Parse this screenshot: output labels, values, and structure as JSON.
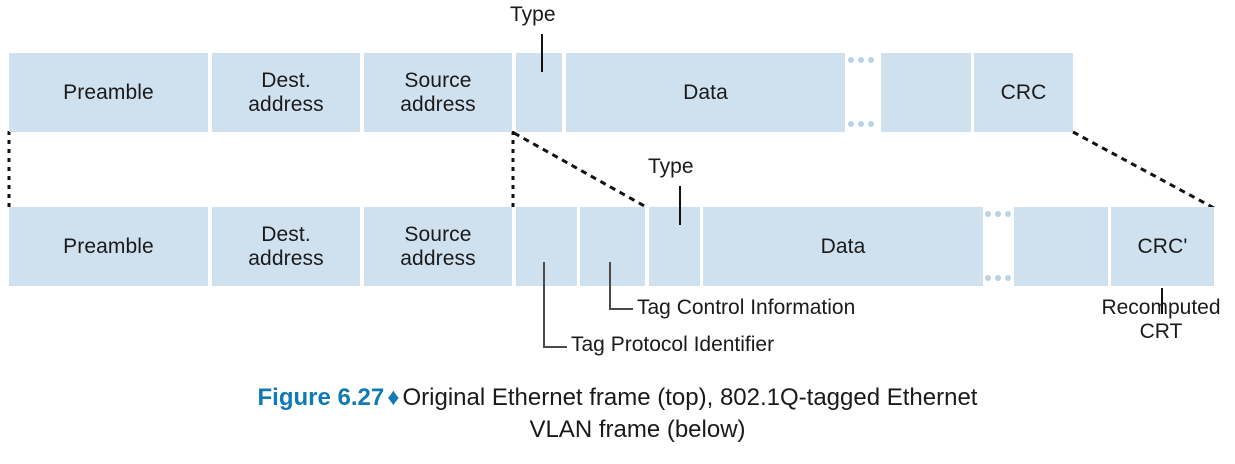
{
  "figure": {
    "number_label": "Figure 6.27",
    "separator": "♦",
    "caption_line1": "Original Ethernet frame (top), 802.1Q-tagged Ethernet",
    "caption_line2": "VLAN frame (below)",
    "accent_color": "#0f7ab4",
    "box_fill_color": "#cfe0ef",
    "dot_color": "#b9d3e8",
    "line_color": "#111111"
  },
  "top_frame": {
    "name": "original-ethernet-frame",
    "fields": [
      {
        "id": "preamble",
        "label": "Preamble"
      },
      {
        "id": "dest-address",
        "label": "Dest.\naddress",
        "line1": "Dest.",
        "line2": "address"
      },
      {
        "id": "source-address",
        "label": "Source\naddress",
        "line1": "Source",
        "line2": "address"
      },
      {
        "id": "type",
        "label": ""
      },
      {
        "id": "data",
        "label": "Data"
      },
      {
        "id": "data-continued",
        "label": ""
      },
      {
        "id": "crc",
        "label": "CRC"
      }
    ],
    "callouts": [
      {
        "id": "type",
        "text": "Type"
      }
    ]
  },
  "bottom_frame": {
    "name": "dot1q-tagged-vlan-frame",
    "fields": [
      {
        "id": "preamble",
        "label": "Preamble"
      },
      {
        "id": "dest-address",
        "label": "Dest.\naddress",
        "line1": "Dest.",
        "line2": "address"
      },
      {
        "id": "source-address",
        "label": "Source\naddress",
        "line1": "Source",
        "line2": "address"
      },
      {
        "id": "tag-protocol-identifier",
        "label": ""
      },
      {
        "id": "tag-control-information",
        "label": ""
      },
      {
        "id": "type",
        "label": ""
      },
      {
        "id": "data",
        "label": "Data"
      },
      {
        "id": "data-continued",
        "label": ""
      },
      {
        "id": "crc-prime",
        "label": "CRC'"
      }
    ],
    "callouts": [
      {
        "id": "type",
        "text": "Type"
      },
      {
        "id": "tag-control-information",
        "text": "Tag Control Information"
      },
      {
        "id": "tag-protocol-identifier",
        "text": "Tag Protocol Identifier"
      },
      {
        "id": "recomputed-crc",
        "text": "Recomputed\nCRT",
        "line1": "Recomputed",
        "line2": "CRT"
      }
    ]
  }
}
